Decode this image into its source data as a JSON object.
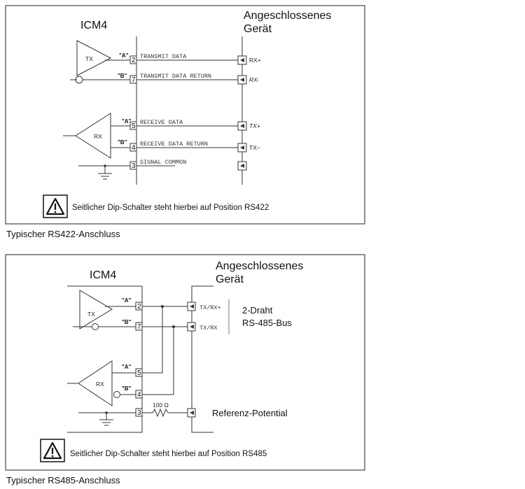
{
  "rs422": {
    "left_title": "ICM4",
    "right_title_line1": "Angeschlossenes",
    "right_title_line2": "Gerät",
    "tx_label": "TX",
    "rx_label": "RX",
    "a_label": "\"A\"",
    "b_label": "\"B\"",
    "pins": [
      "2",
      "7",
      "5",
      "4",
      "3"
    ],
    "signals": [
      "TRANSMIT DATA",
      "TRANSMIT DATA RETURN",
      "RECEIVE DATA",
      "RECEIVE DATA RETURN",
      "SIGNAL COMMON"
    ],
    "device_pins": [
      "RX+",
      "RX-",
      "TX+",
      "TX−"
    ],
    "note": "Seitlicher Dip-Schalter steht hierbei auf Position RS422",
    "caption": "Typischer RS422-Anschluss"
  },
  "rs485": {
    "left_title": "ICM4",
    "right_title_line1": "Angeschlossenes",
    "right_title_line2": "Gerät",
    "tx_label": "TX",
    "rx_label": "RX",
    "a_label": "\"A\"",
    "b_label": "\"B\"",
    "pins": [
      "2",
      "7",
      "5",
      "4",
      "3"
    ],
    "device_pins": [
      "TX/RX+",
      "TX/RX"
    ],
    "bus_line1": "2-Draht",
    "bus_line2": "RS-485-Bus",
    "resistor_label": "100 Ω",
    "reference_label": "Referenz-Potential",
    "note": "Seitlicher Dip-Schalter steht hierbei auf Position RS485",
    "caption": "Typischer RS485-Anschluss"
  },
  "icons": {
    "warning": "warning-triangle-icon",
    "ground": "ground-icon",
    "resistor": "resistor-icon"
  }
}
